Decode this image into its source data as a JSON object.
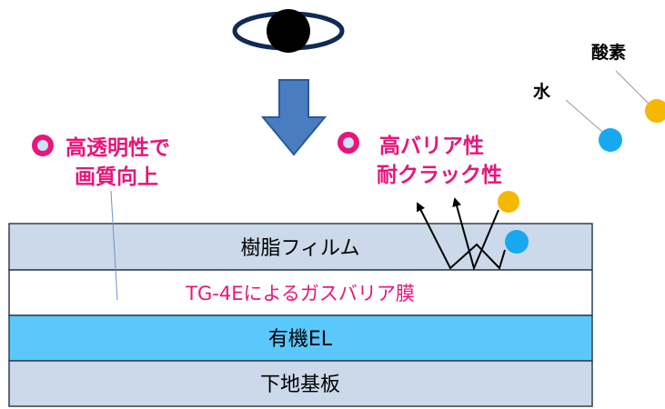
{
  "features": {
    "transparency": {
      "line1": "高透明性で",
      "line2": "画質向上"
    },
    "barrier": {
      "line1": "高バリア性",
      "line2": "耐クラック性"
    }
  },
  "molecules": {
    "oxygen_label": "酸素",
    "water_label": "水"
  },
  "layers": [
    {
      "label": "樹脂フィルム",
      "fill": "#ccd9ea"
    },
    {
      "label": "TG-4Eによるガスバリア膜",
      "fill": "#ffffff"
    },
    {
      "label": "有機EL",
      "fill": "#5ac8fa"
    },
    {
      "label": "下地基板",
      "fill": "#ccd9ea"
    }
  ],
  "colors": {
    "accent_pink": "#e8157a",
    "oxygen": "#f5b800",
    "water": "#17a9ee",
    "arrow_blue": "#4a7cc0",
    "layer_border": "#2f3f55"
  },
  "icons": {
    "viewer": "eye-icon",
    "direction": "down-arrow-icon",
    "bullet": "ring-bullet-icon"
  }
}
